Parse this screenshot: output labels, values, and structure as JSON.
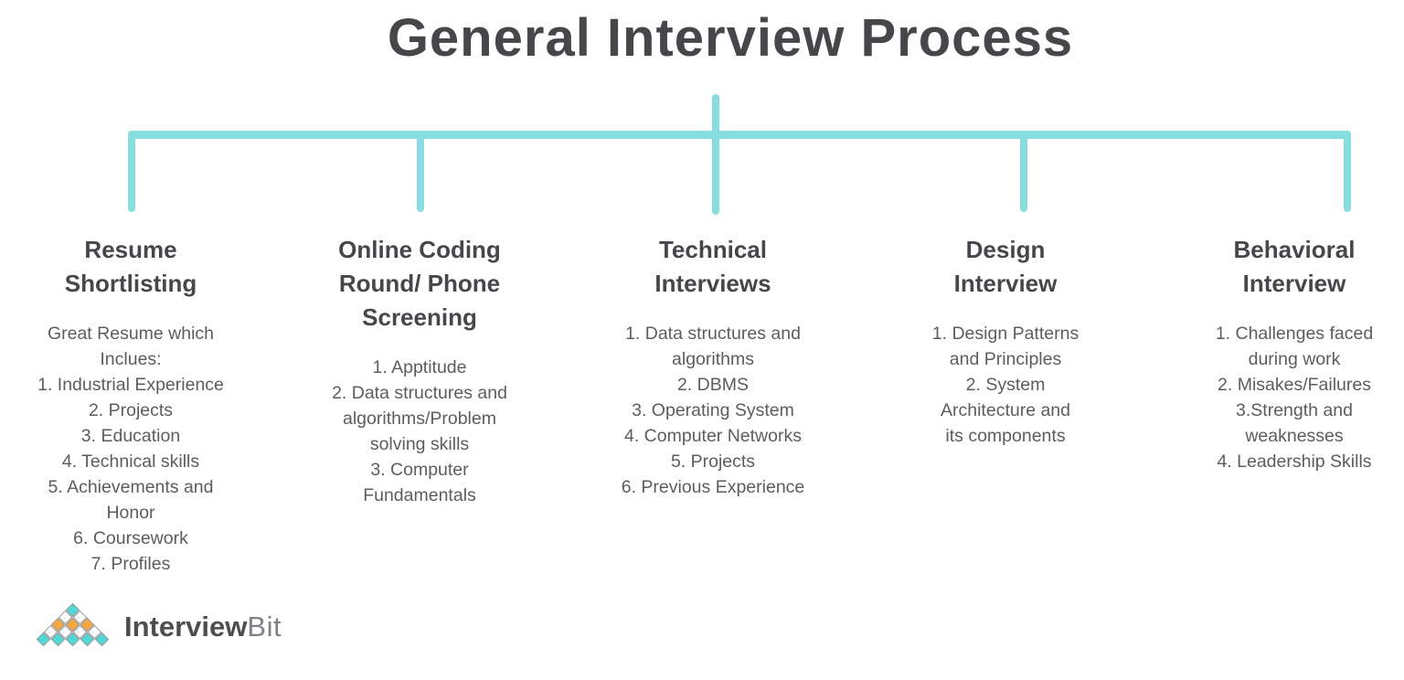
{
  "title": "General Interview Process",
  "colors": {
    "connector": "#87DDDF",
    "heading_text": "#46474A",
    "body_text": "#5C5D5F",
    "logo_teal": "#52D7D7",
    "logo_orange": "#F4A73E",
    "logo_diamond_outline": "#9B9B9B",
    "logo_text_dark": "#4D4E50",
    "logo_text_light": "#808184"
  },
  "branches": [
    {
      "heading": [
        "Resume",
        "Shortlisting"
      ],
      "items": [
        "Great Resume which",
        "Inclues:",
        "1. Industrial Experience",
        "2. Projects",
        "3. Education",
        "4. Technical skills",
        "5. Achievements and",
        "Honor",
        "6. Coursework",
        "7. Profiles"
      ]
    },
    {
      "heading": [
        "Online Coding",
        "Round/ Phone",
        "Screening"
      ],
      "items": [
        "1. Apptitude",
        "2. Data structures and",
        "algorithms/Problem",
        "solving skills",
        "3. Computer",
        "Fundamentals"
      ]
    },
    {
      "heading": [
        "Technical",
        "Interviews"
      ],
      "items": [
        "1. Data structures and",
        "algorithms",
        "2. DBMS",
        "3. Operating System",
        "4. Computer Networks",
        "5. Projects",
        "6. Previous Experience"
      ]
    },
    {
      "heading": [
        "Design",
        "Interview"
      ],
      "items": [
        "1. Design Patterns",
        "and Principles",
        "2. System",
        "Architecture and",
        "its components"
      ]
    },
    {
      "heading": [
        "Behavioral",
        "Interview"
      ],
      "items": [
        "1. Challenges faced",
        "during work",
        "2. Misakes/Failures",
        "3.Strength and",
        "weaknesses",
        "4. Leadership Skills"
      ]
    }
  ],
  "logo": {
    "brand_bold": "Interview",
    "brand_light": "Bit",
    "pyramid_rows": [
      [
        "teal"
      ],
      [
        "white",
        "white"
      ],
      [
        "orange",
        "orange",
        "orange"
      ],
      [
        "white",
        "white",
        "white",
        "white"
      ],
      [
        "teal",
        "teal",
        "teal",
        "teal",
        "teal"
      ]
    ]
  }
}
